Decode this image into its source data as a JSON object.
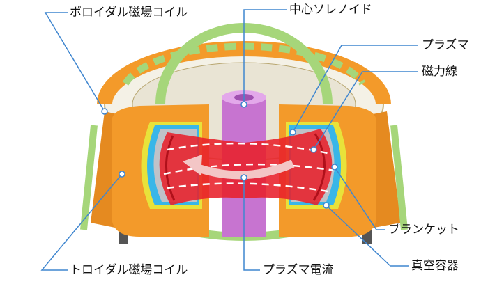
{
  "labels": {
    "poloidal_coil": "ポロイダル磁場コイル",
    "central_solenoid": "中心ソレノイド",
    "plasma": "プラズマ",
    "field_lines": "磁力線",
    "blanket": "ブランケット",
    "vacuum_vessel": "真空容器",
    "toroidal_coil": "トロイダル磁場コイル",
    "plasma_current": "プラズマ電流"
  },
  "colors": {
    "leader": "#3f86cf",
    "coil_green": "#a6d67a",
    "structure_orange": "#f39a2a",
    "plasma_red": "#e8202a",
    "solenoid_purple": "#c774d0",
    "blanket_blue": "#38b6e8",
    "vessel_yellow": "#e8e23a"
  }
}
